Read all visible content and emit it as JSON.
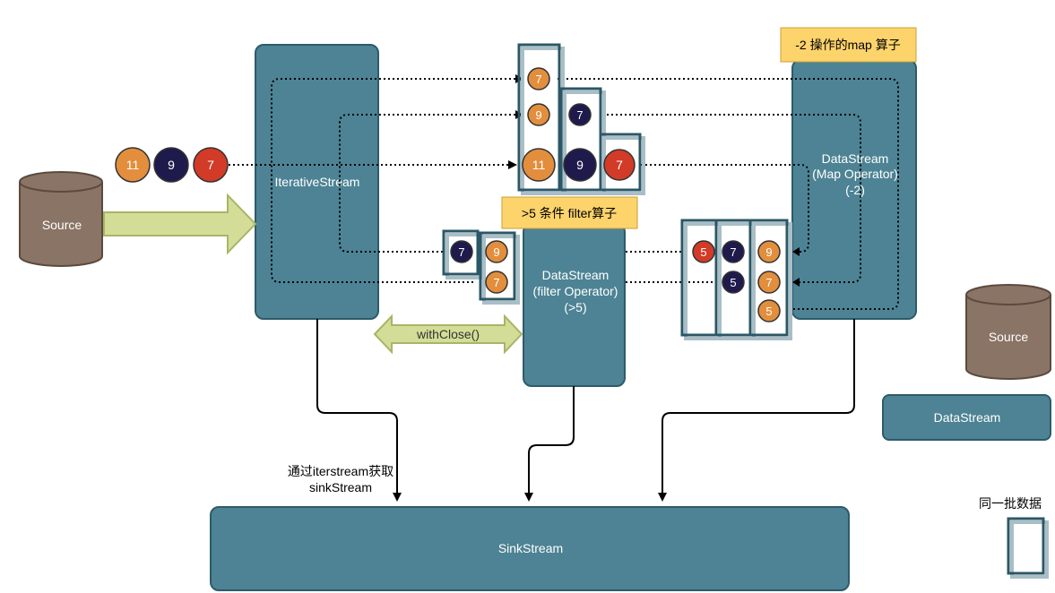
{
  "labels": {
    "source_left": "Source",
    "source_legend": "Source",
    "iterative_stream": "IterativeStream",
    "map_stream_line1": "DataStream",
    "map_stream_line2": "(Map Operator)",
    "map_stream_line3": "(-2)",
    "filter_stream_line1": "DataStream",
    "filter_stream_line2": "(filter Operator)",
    "filter_stream_line3": "(>5)",
    "map_note": "-2 操作的map 算子",
    "filter_note": ">5 条件 filter算子",
    "with_close": "withClose()",
    "sink_stream": "SinkStream",
    "sink_note_line1": "通过iterstream获取",
    "sink_note_line2": "sinkStream",
    "legend_datastream": "DataStream",
    "legend_batch": "同一批数据"
  },
  "colors": {
    "stream_fill": "#4d8394",
    "stream_stroke": "#2d5b6a",
    "source_fill": "#8a7465",
    "source_stroke": "#5b4a3f",
    "note_fill": "#fdd36b",
    "note_stroke": "#c9a237",
    "arrow_fill": "#d4dd97",
    "arrow_stroke": "#a8b567",
    "orange": "#e38e3d",
    "navy": "#1e1a4c",
    "red": "#d23b27",
    "batch_stroke": "#2b5766",
    "batch_shadow": "#a9bec6"
  },
  "elements": {
    "input_queue": [
      {
        "value": "11",
        "color": "orange"
      },
      {
        "value": "9",
        "color": "navy"
      },
      {
        "value": "7",
        "color": "red"
      }
    ],
    "top_batch_1": [
      {
        "value": "7",
        "color": "orange"
      },
      {
        "value": "9",
        "color": "orange"
      },
      {
        "value": "11",
        "color": "orange"
      }
    ],
    "top_batch_2": [
      {
        "value": "7",
        "color": "navy"
      },
      {
        "value": "9",
        "color": "navy"
      }
    ],
    "top_batch_3": [
      {
        "value": "7",
        "color": "red"
      }
    ],
    "right_batch_1": [
      {
        "value": "5",
        "color": "red"
      }
    ],
    "right_batch_2": [
      {
        "value": "7",
        "color": "navy"
      },
      {
        "value": "5",
        "color": "navy"
      }
    ],
    "right_batch_3": [
      {
        "value": "9",
        "color": "orange"
      },
      {
        "value": "7",
        "color": "orange"
      },
      {
        "value": "5",
        "color": "orange"
      }
    ],
    "filter_batch_1": [
      {
        "value": "7",
        "color": "navy"
      }
    ],
    "filter_batch_2": [
      {
        "value": "9",
        "color": "orange"
      },
      {
        "value": "7",
        "color": "orange"
      }
    ]
  }
}
